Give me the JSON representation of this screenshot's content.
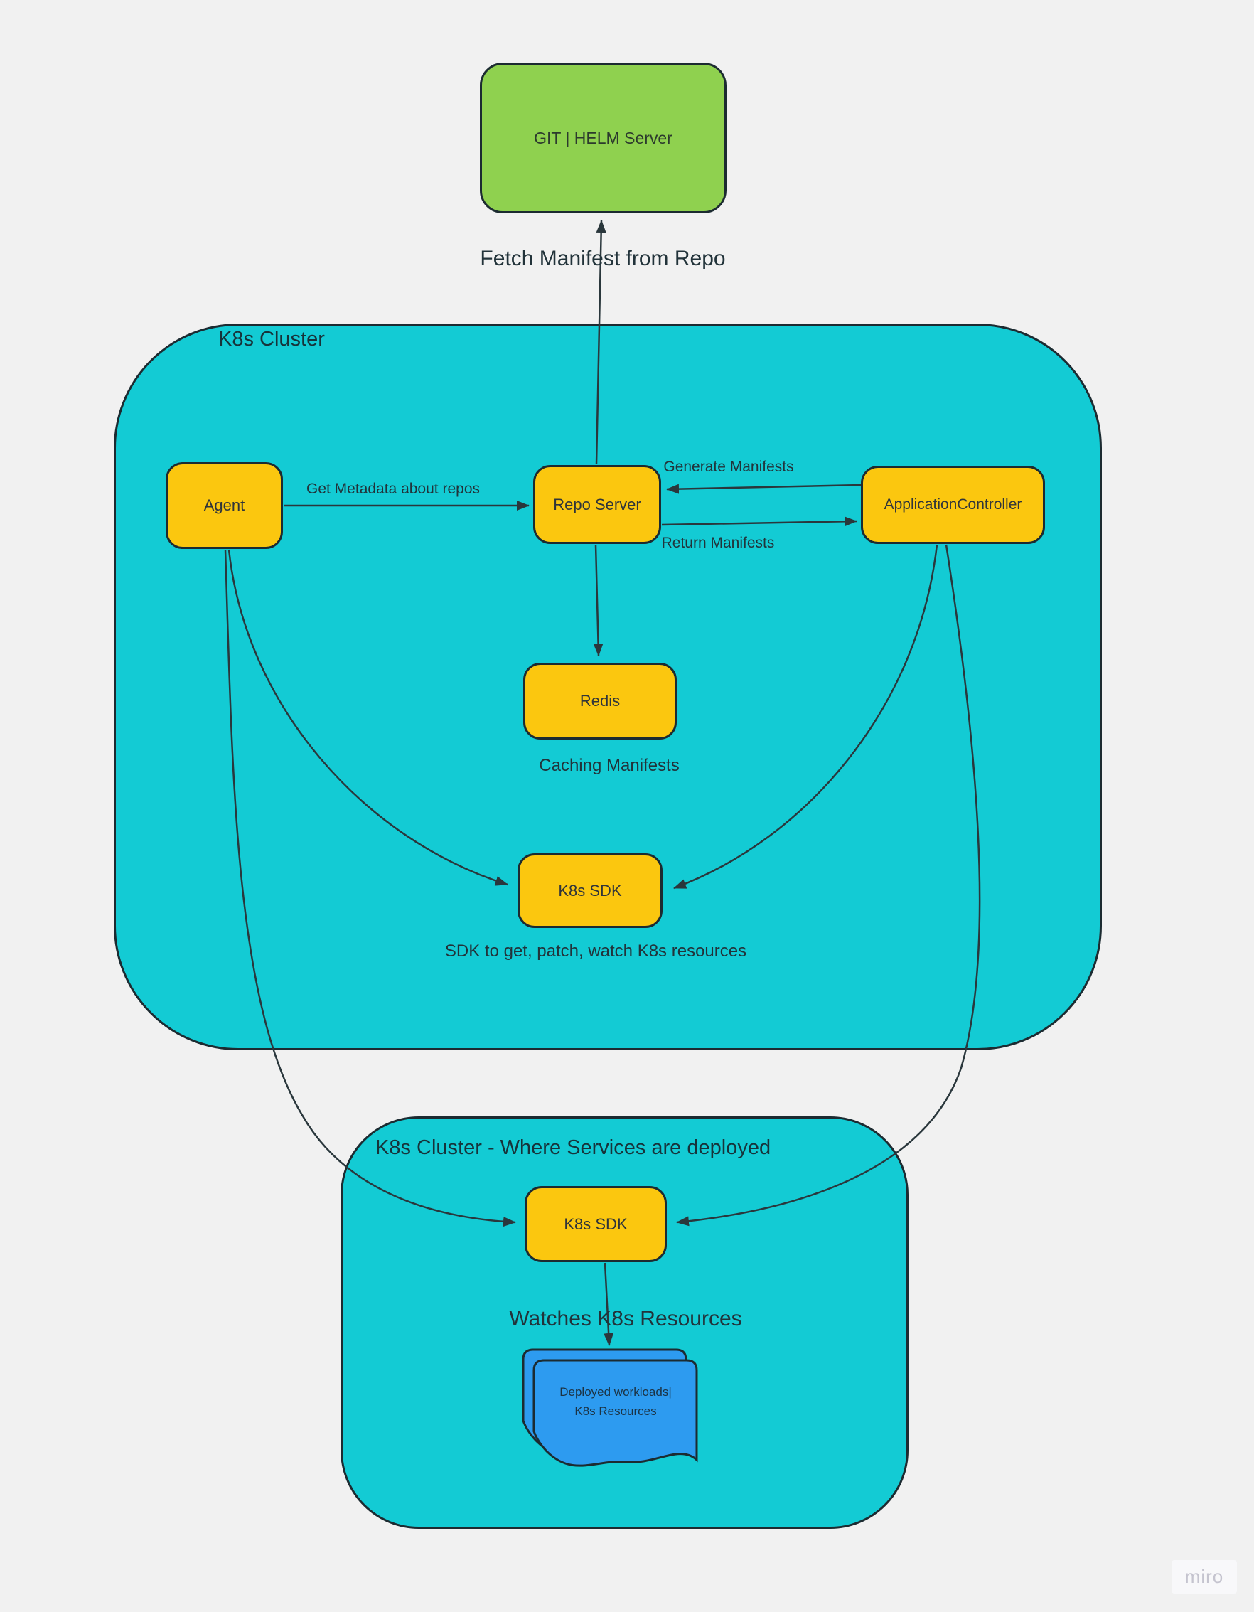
{
  "diagram": {
    "external": {
      "git_server": "GIT | HELM Server"
    },
    "cluster1": {
      "title": "K8s Cluster",
      "nodes": {
        "agent": "Agent",
        "repo_server": "Repo Server",
        "application_controller": "ApplicationController",
        "redis": "Redis",
        "k8s_sdk": "K8s SDK"
      }
    },
    "cluster2": {
      "title": "K8s Cluster - Where Services are deployed",
      "nodes": {
        "k8s_sdk": "K8s SDK"
      },
      "document": {
        "line1": "Deployed workloads|",
        "line2": "K8s Resources"
      }
    },
    "annotations": {
      "fetch_manifest": "Fetch Manifest from Repo",
      "get_metadata": "Get Metadata about repos",
      "generate_manifests": "Generate Manifests",
      "return_manifests": "Return Manifests",
      "caching_manifests": "Caching Manifests",
      "sdk_description": "SDK to get, patch, watch K8s resources",
      "watches_resources": "Watches K8s Resources"
    },
    "watermark": "miro",
    "colors": {
      "background": "#f1f1f1",
      "cluster_teal": "#13cbd4",
      "node_yellow": "#fbc70f",
      "node_green": "#8fd14f",
      "document_blue": "#2d9bf0",
      "ink": "#26353b",
      "watermark_gray": "#c5c4cf"
    }
  }
}
